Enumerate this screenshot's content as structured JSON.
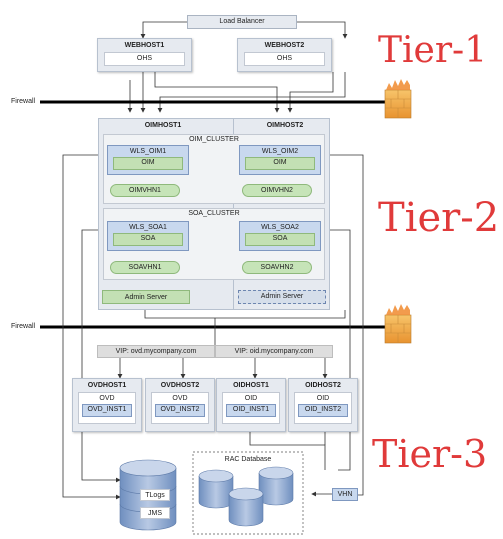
{
  "load_balancer": "Load Balancer",
  "firewall_label": "Firewall",
  "tier_labels": [
    "Tier-1",
    "Tier-2",
    "Tier-3"
  ],
  "webhosts": [
    {
      "name": "WEBHOST1",
      "component": "OHS"
    },
    {
      "name": "WEBHOST2",
      "component": "OHS"
    }
  ],
  "oimhosts": [
    "OIMHOST1",
    "OIMHOST2"
  ],
  "oim_cluster": {
    "label": "OIM_CLUSTER",
    "servers": [
      {
        "name": "WLS_OIM1",
        "app": "OIM",
        "vhn": "OIMVHN1"
      },
      {
        "name": "WLS_OIM2",
        "app": "OIM",
        "vhn": "OIMVHN2"
      }
    ]
  },
  "soa_cluster": {
    "label": "SOA_CLUSTER",
    "servers": [
      {
        "name": "WLS_SOA1",
        "app": "SOA",
        "vhn": "SOAVHN1"
      },
      {
        "name": "WLS_SOA2",
        "app": "SOA",
        "vhn": "SOAVHN2"
      }
    ]
  },
  "admin_server": "Admin Server",
  "vips": [
    "VIP: ovd.mycompany.com",
    "VIP: oid.mycompany.com"
  ],
  "directory_hosts": [
    {
      "name": "OVDHOST1",
      "product": "OVD",
      "instance": "OVD_INST1"
    },
    {
      "name": "OVDHOST2",
      "product": "OVD",
      "instance": "OVD_INST2"
    },
    {
      "name": "OIDHOST1",
      "product": "OID",
      "instance": "OID_INST1"
    },
    {
      "name": "OIDHOST2",
      "product": "OID",
      "instance": "OID_INST2"
    }
  ],
  "storage": {
    "tlogs": "TLogs",
    "jms": "JMS"
  },
  "rac_database": "RAC Database",
  "vhn": "VHN",
  "colors": {
    "host_bg": "#e6eaf0",
    "component_blue": "#c8d8ee",
    "component_green": "#c3e0b4",
    "tier_red": "#e03a3a",
    "firewall_line": "#000000",
    "db_blue": "#8fa9cf"
  }
}
